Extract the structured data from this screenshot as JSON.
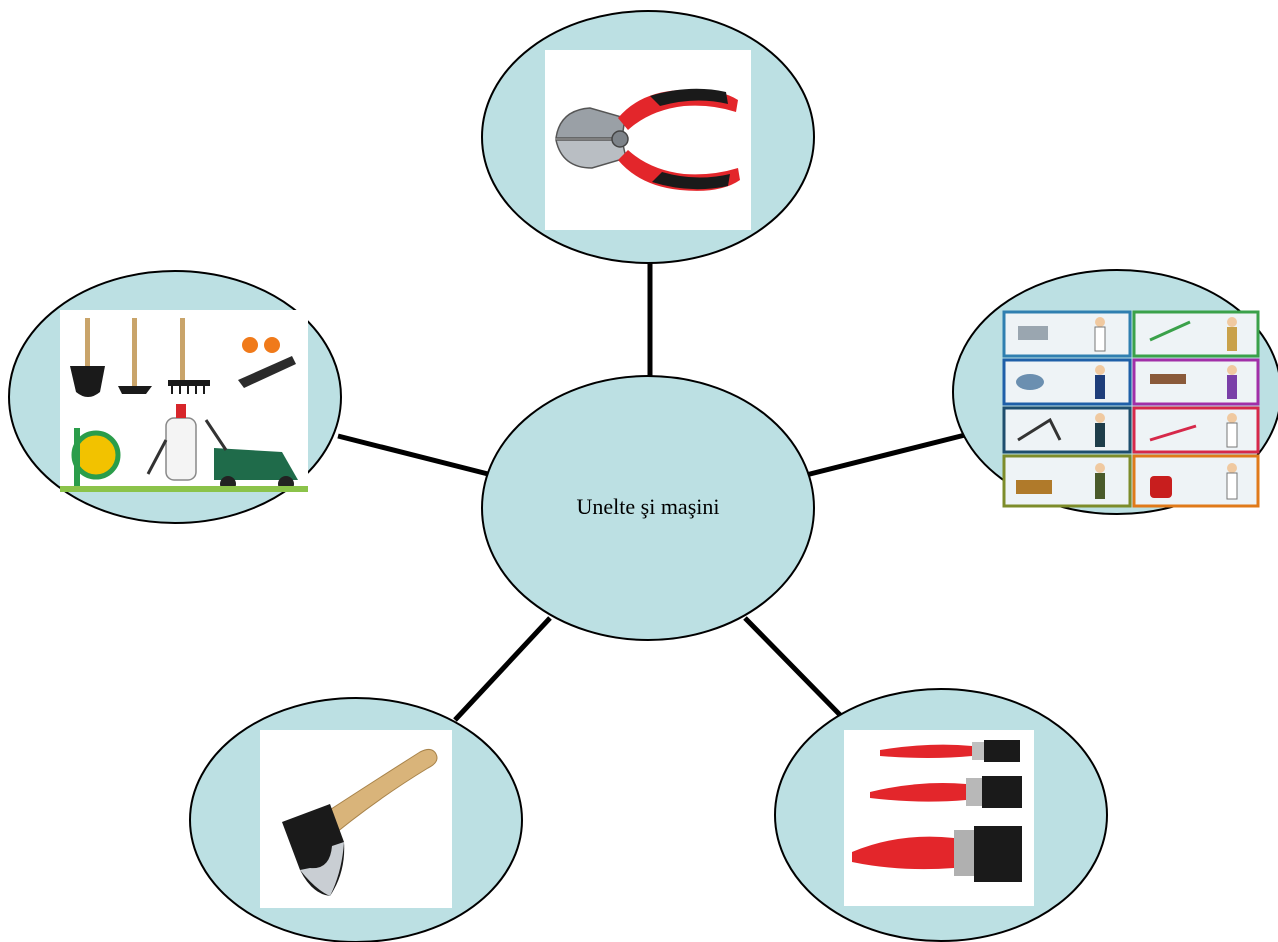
{
  "center": {
    "label": "Unelte şi maşini"
  },
  "nodes": [
    {
      "id": "top",
      "icon": "pliers-icon"
    },
    {
      "id": "left",
      "icon": "garden-tools-icon"
    },
    {
      "id": "right",
      "icon": "professions-cards-icon"
    },
    {
      "id": "bottom-left",
      "icon": "axe-icon"
    },
    {
      "id": "bottom-right",
      "icon": "paintbrushes-icon"
    }
  ],
  "colors": {
    "bubble": "#bce0e3",
    "outline": "#000000",
    "handle_red": "#e3262b",
    "handle_black": "#1a1a1a"
  }
}
